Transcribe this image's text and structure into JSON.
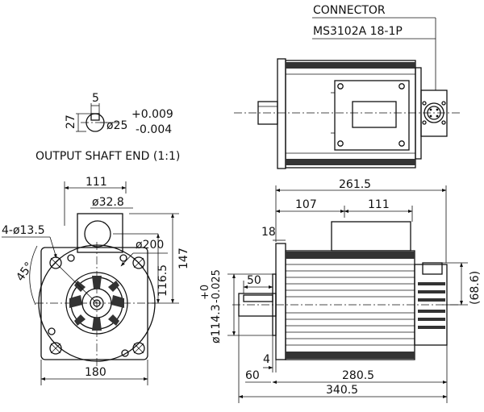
{
  "connector": {
    "title": "CONNECTOR",
    "model": "MS3102A  18-1P"
  },
  "shaft_end": {
    "key_width": "5",
    "key_depth": "27",
    "diameter": "ø25",
    "tol_upper": "+0.009",
    "tol_lower": "-0.004",
    "caption": "OUTPUT SHAFT END (1:1)"
  },
  "front_view": {
    "dim_111": "111",
    "dim_32_8": "ø32.8",
    "holes": "4-ø13.5",
    "angle": "45°",
    "pcd": "ø200",
    "dim_116_5": "116.5",
    "dim_147": "147",
    "flange": "180"
  },
  "side_view": {
    "dim_261_5": "261.5",
    "dim_107": "107",
    "dim_111": "111",
    "dim_18": "18",
    "dim_50": "50",
    "pilot": "ø114.3",
    "pilot_tol_upper": "+0",
    "pilot_tol_lower": "-0.025",
    "dim_68_6": "(68.6)",
    "dim_4": "4",
    "dim_60": "60",
    "dim_280_5": "280.5",
    "dim_340_5": "340.5"
  }
}
